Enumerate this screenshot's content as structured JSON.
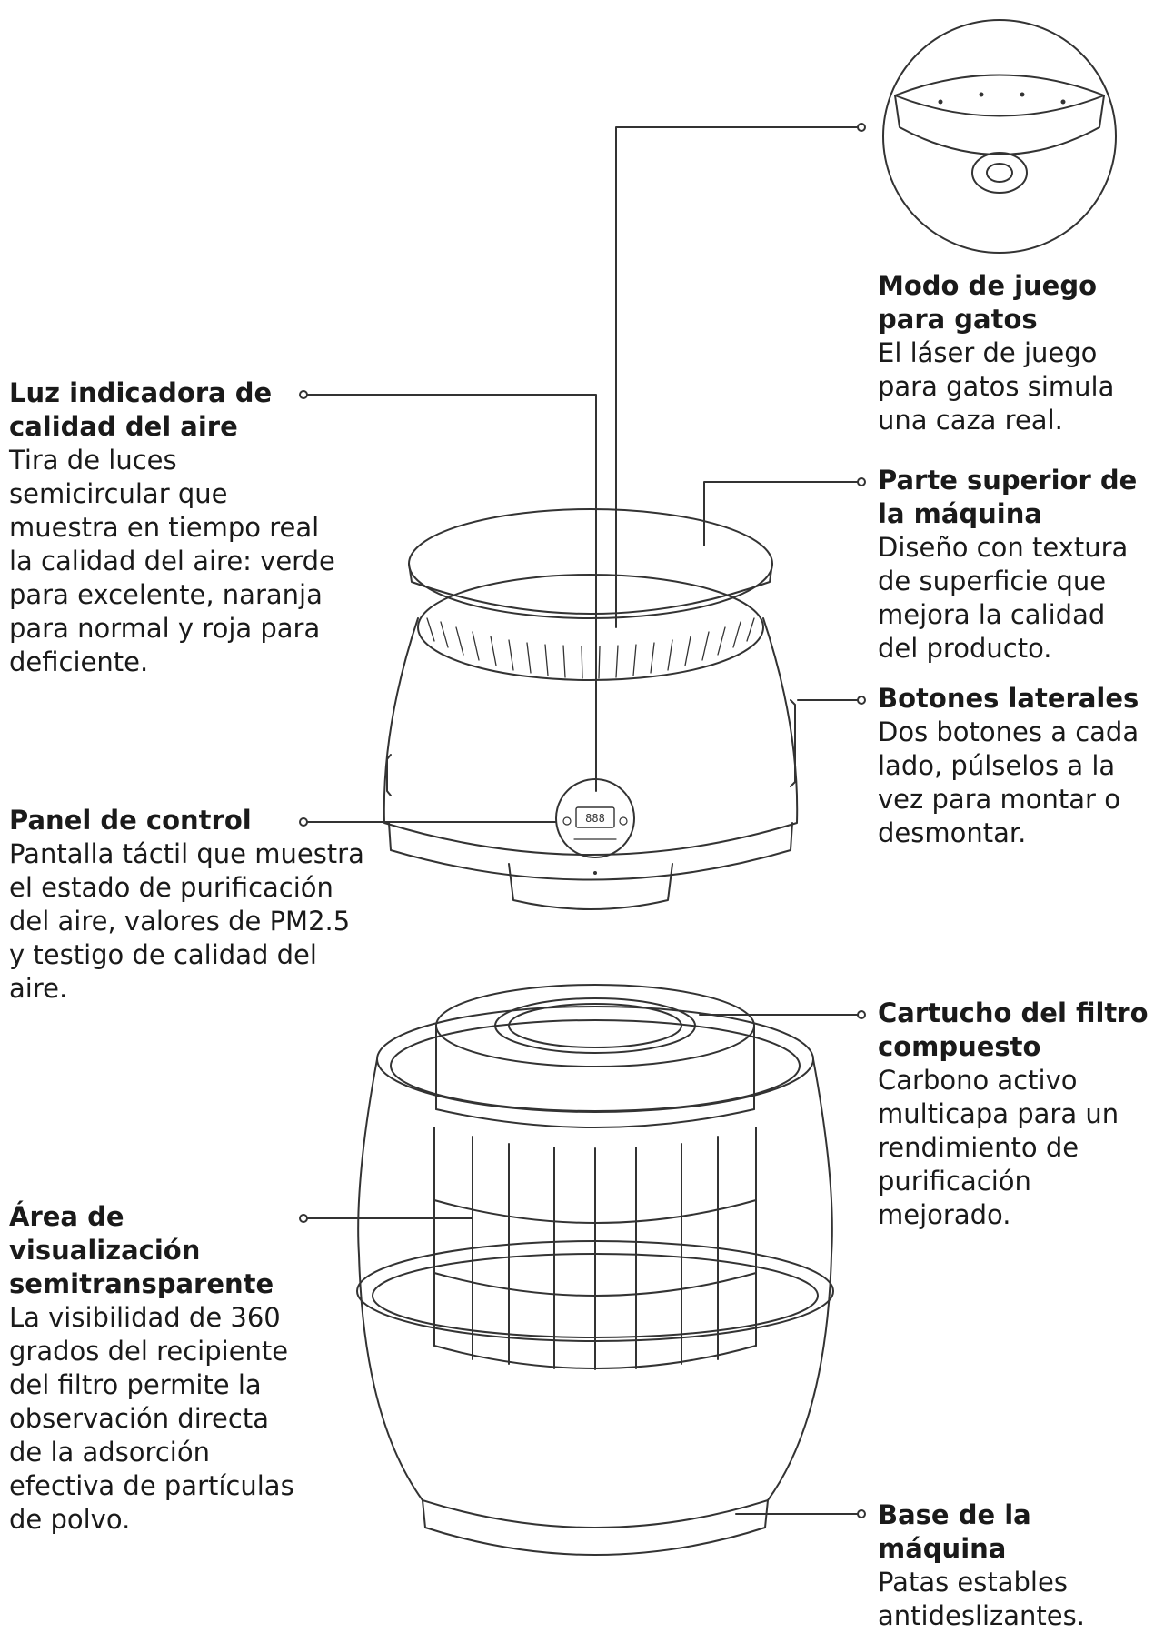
{
  "callouts": {
    "luz_indicadora": {
      "title": "Luz indicadora de calidad del aire",
      "desc": "Tira de luces semicircular que muestra en tiempo real la calidad del aire: verde para excelente, naranja para normal y roja para deficiente."
    },
    "panel_control": {
      "title": "Panel de control",
      "desc": "Pantalla táctil que muestra el estado de purificación del aire, valores de PM2.5 y testigo de calidad del aire."
    },
    "area_visualizacion": {
      "title": "Área de visualización semitransparente",
      "desc": "La visibilidad de 360 grados del recipiente del filtro permite la observación directa de la adsorción efectiva de partículas de polvo."
    },
    "modo_juego": {
      "title": "Modo de juego para gatos",
      "desc": "El láser de juego para gatos simula una caza real."
    },
    "parte_superior": {
      "title": "Parte superior de la máquina",
      "desc": "Diseño con textura de superficie que mejora la calidad del producto."
    },
    "botones_laterales": {
      "title": "Botones laterales",
      "desc": "Dos botones a cada lado, púlselos a la vez para montar o desmontar."
    },
    "cartucho_filtro": {
      "title": "Cartucho del filtro compuesto",
      "desc": "Carbono activo multicapa para un rendimiento de purificación mejorado."
    },
    "base_maquina": {
      "title": "Base de la máquina",
      "desc": "Patas estables antideslizantes."
    }
  },
  "display": {
    "digits": "888"
  },
  "colors": {
    "line": "#333333",
    "background": "#ffffff"
  }
}
